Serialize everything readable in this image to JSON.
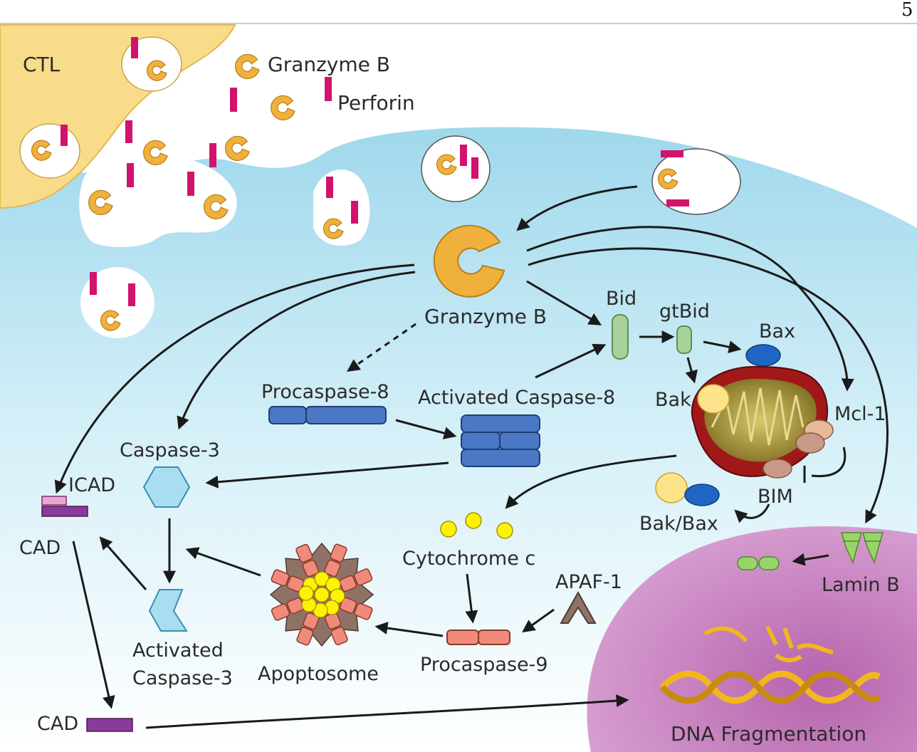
{
  "page_number": "5",
  "labels": {
    "ctl": "CTL",
    "legend_granzyme": "Granzyme B",
    "legend_perforin": "Perforin",
    "granzyme_b": "Granzyme B",
    "bid": "Bid",
    "gtbid": "gtBid",
    "bax": "Bax",
    "bak": "Bak",
    "mcl1": "Mcl-1",
    "bim": "BIM",
    "bak_bax": "Bak/Bax",
    "procaspase8": "Procaspase-8",
    "activated_caspase8": "Activated Caspase-8",
    "caspase3": "Caspase-3",
    "activated_caspase3_line1": "Activated",
    "activated_caspase3_line2": "Caspase-3",
    "icad": "ICAD",
    "cad_top": "CAD",
    "cad_bottom": "CAD",
    "cytochrome_c": "Cytochrome c",
    "apaf1": "APAF-1",
    "apoptosome": "Apoptosome",
    "procaspase9": "Procaspase-9",
    "lamin_b": "Lamin B",
    "dna_fragmentation": "DNA Fragmentation"
  },
  "colors": {
    "ctl_cell": "#f9dc8a",
    "target_cell": "#bfe6f2",
    "nucleus": "#c77fbf",
    "granzyme": "#f0b13c",
    "perforin": "#d1136d",
    "caspase8": "#4a78c4",
    "caspase3": "#a9def0",
    "mitochondrion": "#a01818",
    "cad": "#8a3a9a",
    "apoptosome": "#f08a7a",
    "cytochrome": "#fff200",
    "lamin": "#9ad36a",
    "dna": "#f2b61f"
  }
}
